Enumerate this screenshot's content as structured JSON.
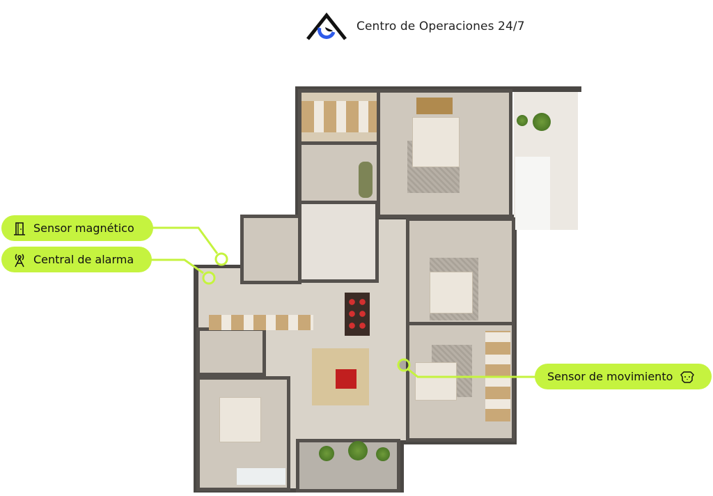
{
  "header": {
    "title": "Centro de Operaciones 24/7",
    "logo": "home-eye-logo"
  },
  "sensors": [
    {
      "label": "Sensor magnético",
      "icon": "door-icon"
    },
    {
      "label": "Central de alarma",
      "icon": "antenna-icon"
    },
    {
      "label": "Sensor de movimiento",
      "icon": "dog-icon"
    }
  ],
  "colors": {
    "accent": "#c5f33f",
    "logo_blue": "#2f5bea",
    "text": "#111111"
  }
}
